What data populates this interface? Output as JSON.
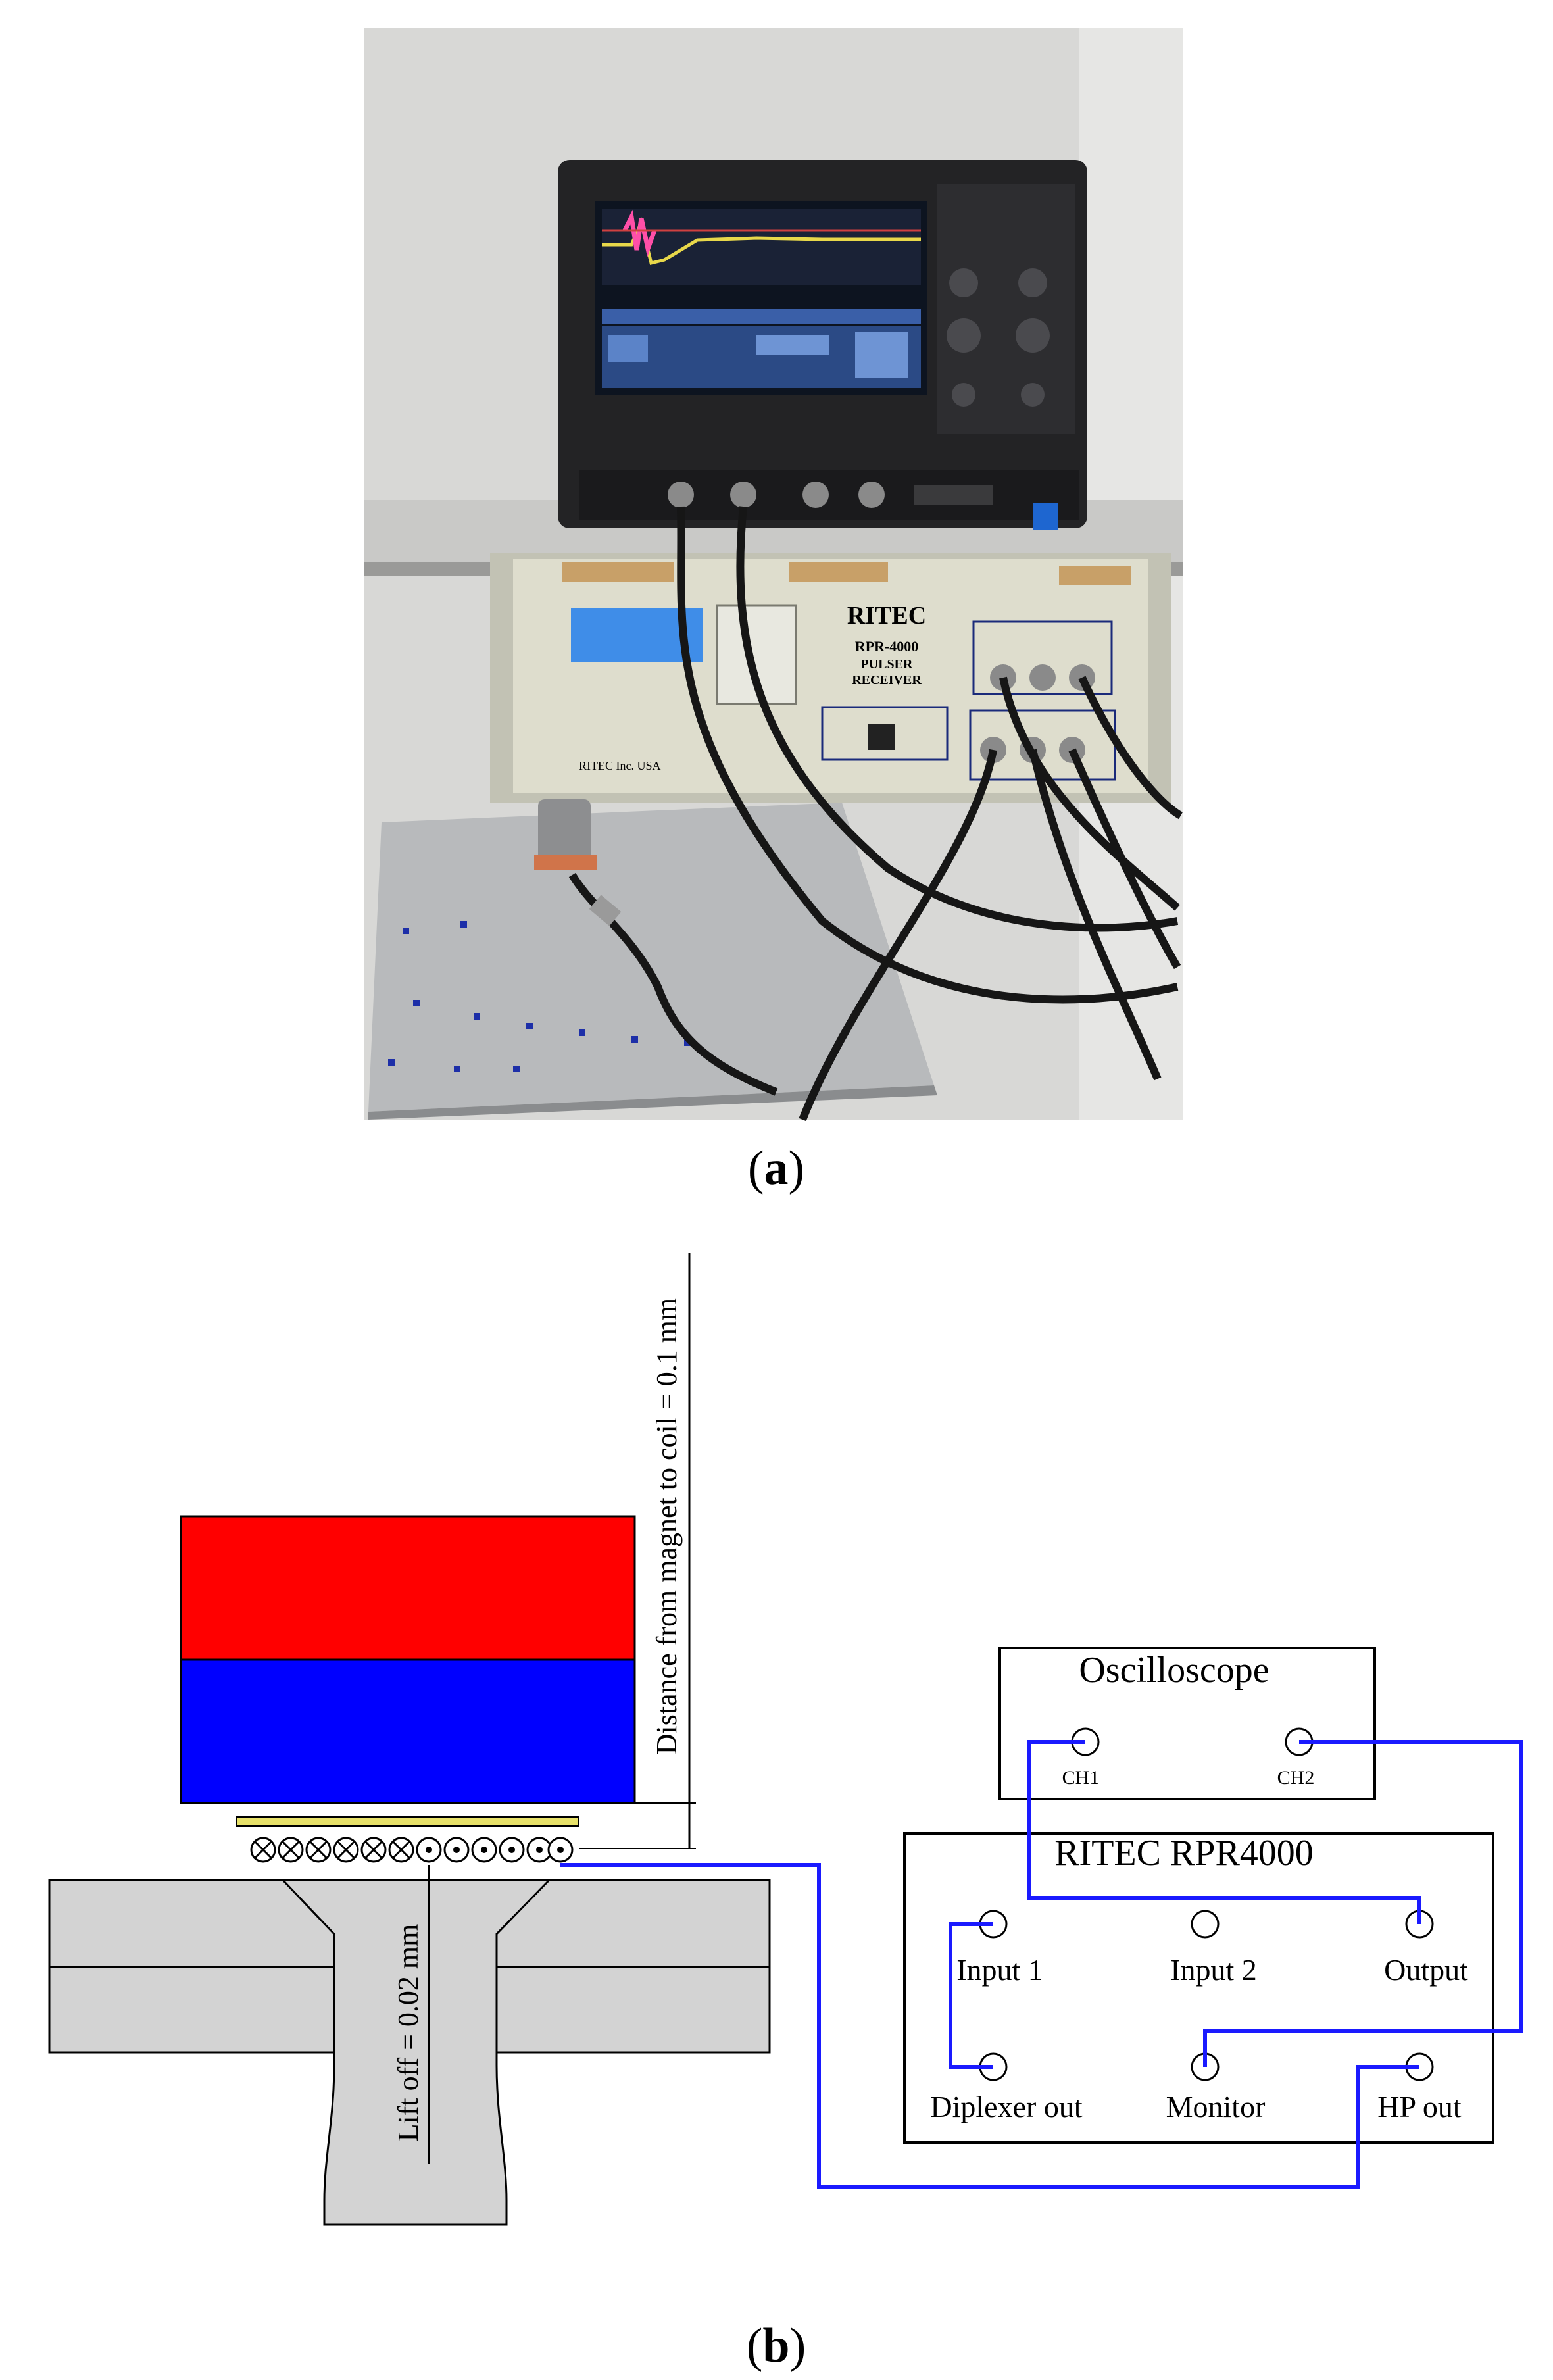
{
  "caption_a": {
    "open": "(",
    "letter": "a",
    "close": ")"
  },
  "caption_b": {
    "open": "(",
    "letter": "b",
    "close": ")"
  },
  "photo": {
    "device_brand": "RITEC",
    "device_model": "RPR-4000",
    "device_line1": "PULSER",
    "device_line2": "RECEIVER",
    "device_footer": "RITEC Inc. USA"
  },
  "diagram": {
    "distance_label": "Distance from magnet to coil = 0.1 mm",
    "liftoff_label": "Lift off = 0.02 mm",
    "oscilloscope_title": "Oscilloscope",
    "ch1": "CH1",
    "ch2": "CH2",
    "ritec_title": "RITEC RPR4000",
    "input1": "Input 1",
    "input2": "Input 2",
    "output": "Output",
    "diplexer_out": "Diplexer out",
    "monitor": "Monitor",
    "hp_out": "HP out",
    "colors": {
      "magnet_north": "#ff0000",
      "magnet_south": "#0000ff",
      "wire": "#1a1aff",
      "specimen": "#d3d3d3",
      "coil_layer": "#e8e26a"
    }
  }
}
